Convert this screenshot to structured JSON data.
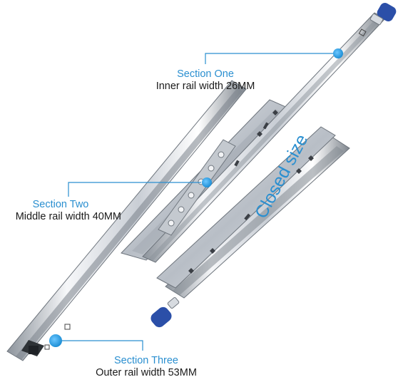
{
  "sections": [
    {
      "title": "Section One",
      "desc": "Inner rail width 26MM"
    },
    {
      "title": "Section Two",
      "desc": "Middle rail width 40MM"
    },
    {
      "title": "Section Three",
      "desc": "Outer rail width 53MM"
    }
  ],
  "closed_label": "Closed size",
  "colors": {
    "accent": "#2a8fd0",
    "end_cap": "#2b4fa8",
    "rail_light": "#eef0f3",
    "rail_dark": "#9aa1aa"
  }
}
